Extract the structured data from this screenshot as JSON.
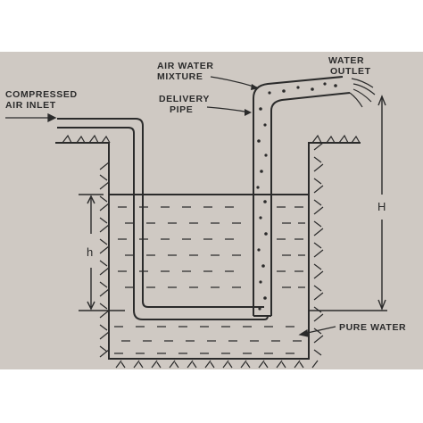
{
  "labels": {
    "compressed_line1": "COMPRESSED",
    "compressed_line2": "AIR INLET",
    "mixture_line1": "AIR WATER",
    "mixture_line2": "MIXTURE",
    "delivery_line1": "DELIVERY",
    "delivery_line2": "PIPE",
    "outlet_line1": "WATER",
    "outlet_line2": "OUTLET",
    "pure_water": "PURE WATER",
    "dim_h_small": "h",
    "dim_H_large": "H"
  },
  "colors": {
    "background": "#ffffff",
    "paper": "#cfc9c3",
    "ink": "#2b2b2b"
  }
}
